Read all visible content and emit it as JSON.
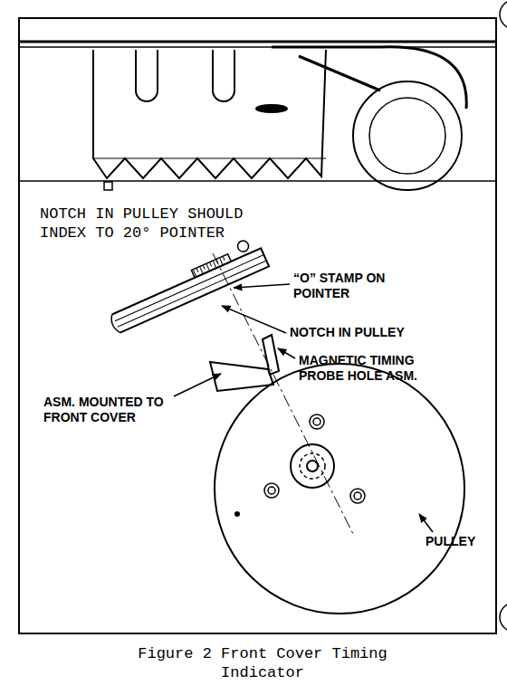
{
  "diagram": {
    "caption": "Figure 2 Front Cover Timing Indicator",
    "labels": [
      "NOTCH IN PULLEY SHOULD INDEX TO 20° POINTER",
      "“O” STAMP ON POINTER",
      "NOTCH IN PULLEY",
      "MAGNETIC TIMING PROBE HOLE ASM.",
      "ASM. MOUNTED TO FRONT COVER",
      "PULLEY"
    ]
  }
}
